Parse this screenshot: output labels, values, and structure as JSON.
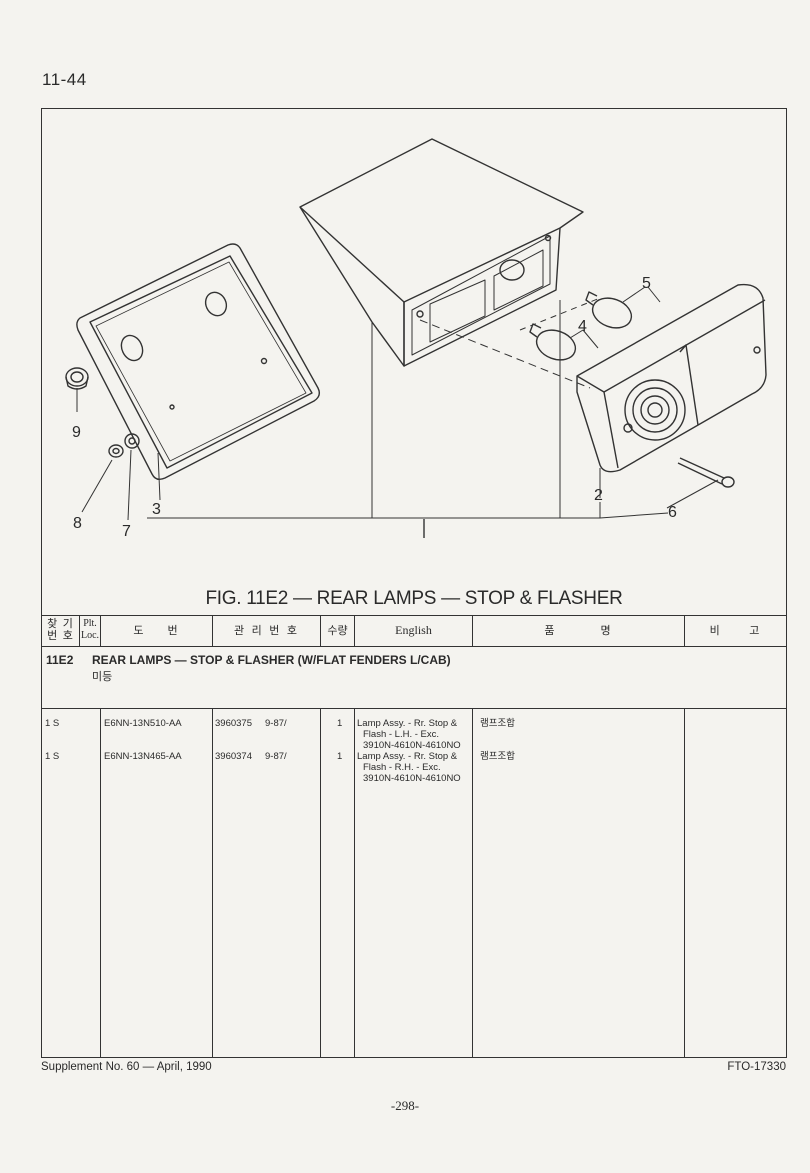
{
  "page": {
    "top_number": "11-44",
    "bottom_number": "-298-"
  },
  "figure": {
    "title": "FIG. 11E2 — REAR LAMPS — STOP & FLASHER",
    "callouts": [
      "9",
      "8",
      "7",
      "3",
      "5",
      "4",
      "2",
      "6"
    ]
  },
  "table": {
    "headers": {
      "key_no": "찾 기\n번 호",
      "plt_loc": "Plt.\nLoc.",
      "part_no": "도    번",
      "mgmt_no": "관 리 번 호",
      "qty": "수량",
      "english": "English",
      "korean_name": "품        명",
      "remarks": "비     고"
    },
    "group": {
      "code": "11E2",
      "title": "REAR LAMPS — STOP & FLASHER (W/FLAT FENDERS L/CAB)",
      "korean": "미등"
    },
    "rows": [
      {
        "key": "1 S",
        "part_no": "E6NN-13N510-AA",
        "mgmt_no": "3960375",
        "date": "9-87/",
        "qty": "1",
        "english_1": "Lamp Assy. - Rr. Stop &",
        "english_2": "Flash - L.H. - Exc.",
        "english_3": "3910N-4610N-4610NO",
        "korean": "램프조합"
      },
      {
        "key": "1 S",
        "part_no": "E6NN-13N465-AA",
        "mgmt_no": "3960374",
        "date": "9-87/",
        "qty": "1",
        "english_1": "Lamp Assy. - Rr. Stop &",
        "english_2": "Flash - R.H. - Exc.",
        "english_3": "3910N-4610N-4610NO",
        "korean": "램프조합"
      }
    ]
  },
  "footer": {
    "supplement": "Supplement No. 60 — April, 1990",
    "code": "FTO-17330"
  }
}
